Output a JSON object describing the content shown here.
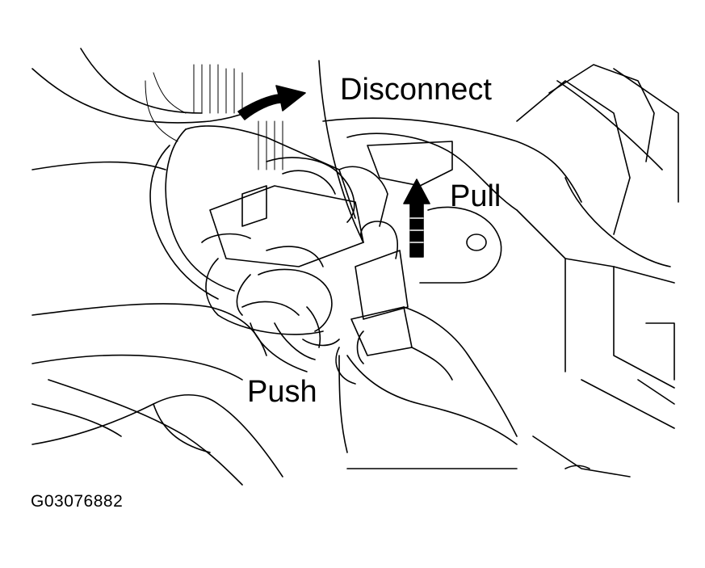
{
  "labels": {
    "disconnect": "Disconnect",
    "pull": "Pull",
    "push": "Push"
  },
  "figure_id": "G03076882",
  "colors": {
    "line": "#000000",
    "background": "#ffffff"
  }
}
